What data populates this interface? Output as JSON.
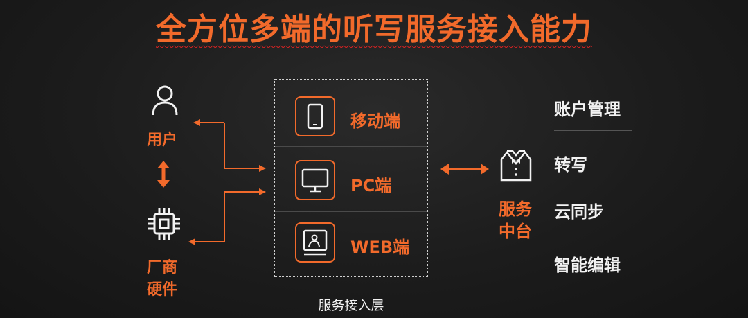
{
  "title": "全方位多端的听写服务接入能力",
  "left": {
    "user_label": "用户",
    "hardware_label_line1": "厂商",
    "hardware_label_line2": "硬件"
  },
  "access_layer": {
    "caption": "服务接入层",
    "clients": [
      {
        "label": "移动端",
        "icon": "smartphone-icon"
      },
      {
        "label": "PC端",
        "icon": "monitor-icon"
      },
      {
        "label": "WEB端",
        "icon": "web-page-icon"
      }
    ]
  },
  "middle": {
    "label_line1": "服务",
    "label_line2": "中台",
    "icon": "tuxedo-icon"
  },
  "capabilities": [
    "账户管理",
    "转写",
    "云同步",
    "智能编辑"
  ],
  "colors": {
    "accent": "#f26a2b",
    "text": "#f2f2f2",
    "background": "#1c1c1c"
  }
}
